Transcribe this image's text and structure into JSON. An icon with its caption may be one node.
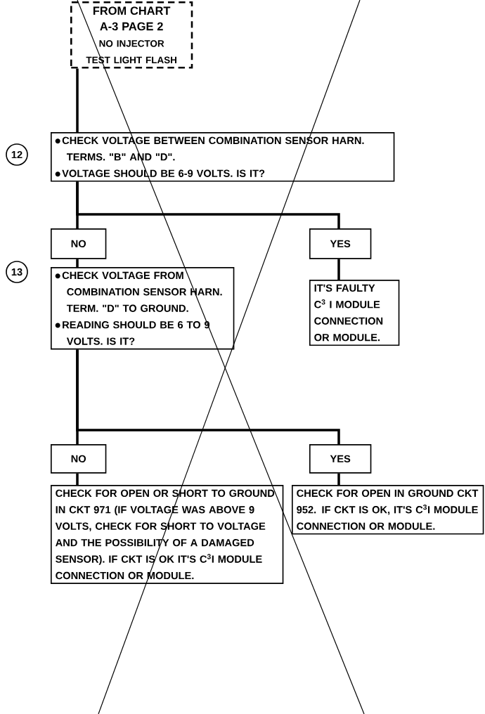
{
  "diagram": {
    "nodes": [
      {
        "text": [
          "FROM CHART A-3 PAGE 2",
          "NO INJECTOR TEST LIGHT FLASH"
        ]
      },
      {
        "text": [
          "CHECK VOLTAGE BETWEEN COMBINATION SENSOR HARN. TERMS. \"B\" AND \"D\".",
          "VOLTAGE SHOULD BE 6-9 VOLTS. IS IT?"
        ],
        "beside": [
          "12"
        ]
      },
      {
        "text": [
          "NO"
        ]
      },
      {
        "text": [
          "YES"
        ]
      },
      {
        "text": [
          "CHECK VOLTAGE FROM COMBINATION SENSOR HARN. TERM. \"D\" TO GROUND.",
          "READING SHOULD BE 6 TO 9 VOLTS. IS IT?"
        ],
        "beside": [
          "13"
        ]
      },
      {
        "text": [
          "IT'S FAULTY C$^{3}$ I MODULE CONNECTION OR MODULE."
        ]
      },
      {
        "text": [
          "NO"
        ]
      },
      {
        "text": [
          "YES"
        ]
      },
      {
        "text": [
          "CHECK FOR OPEN OR SHORT TO GROUND IN CKT 971 (IF VOLTAGE WAS ABOVE 9 VOLTS, CHECK FOR SHORT TO VOLTAGE AND THE POSSIBILITY OF A DAMAGED SENSOR).  IF CKT IS OK IT'S C$^{3}$I MODULE CONNECTION OR MODULE."
        ]
      },
      {
        "text": [
          "CHECK FOR OPEN IN GROUND CKT 952.  IF CKT IS OK, IT'S C$^{3}$I MODULE CONNECTION OR MODULE."
        ]
      }
    ],
    "edges": [
      {
        "from": 0,
        "to": 1,
        "arrow": "none"
      },
      {
        "from": 1,
        "to": 2,
        "arrow": "none"
      },
      {
        "from": 1,
        "to": 3,
        "arrow": "none"
      },
      {
        "from": 2,
        "to": 4,
        "arrow": "none"
      },
      {
        "from": 3,
        "to": 5,
        "arrow": "none"
      },
      {
        "from": 4,
        "to": 6,
        "arrow": "none"
      },
      {
        "from": 4,
        "to": 7,
        "arrow": "none"
      },
      {
        "from": 6,
        "to": 8,
        "arrow": "none"
      },
      {
        "from": 7,
        "to": 9,
        "arrow": "none"
      }
    ]
  }
}
